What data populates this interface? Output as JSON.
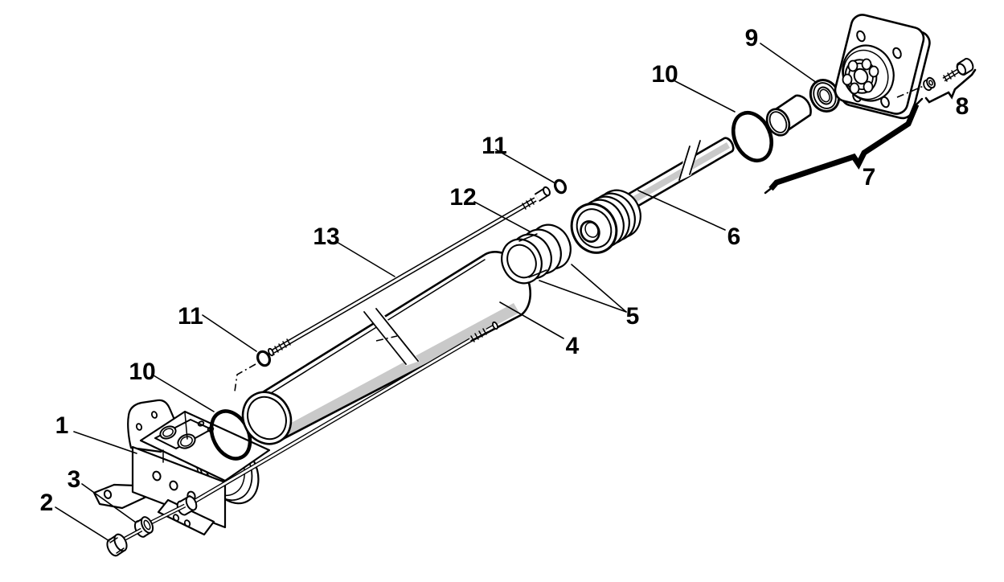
{
  "diagram": {
    "kind": "exploded-parts-diagram",
    "subject": "hydraulic-cylinder-assembly",
    "colors": {
      "background": "#ffffff",
      "line": "#000000",
      "shade": "#c9c9c9"
    },
    "callouts": [
      {
        "number": "1",
        "points_to": "valve-block-end-cap"
      },
      {
        "number": "2",
        "points_to": "hex-bolt"
      },
      {
        "number": "3",
        "points_to": "washer"
      },
      {
        "number": "4",
        "points_to": "cylinder-tube"
      },
      {
        "number": "5",
        "points_to": "piston-seal-rings"
      },
      {
        "number": "6",
        "points_to": "piston-rod"
      },
      {
        "number": "7",
        "points_to": "head-flange-assembly"
      },
      {
        "number": "8",
        "points_to": "flange-screw-with-washer"
      },
      {
        "number": "9",
        "points_to": "rod-seal-ring"
      },
      {
        "number": "10",
        "points_to": "o-ring-head-end"
      },
      {
        "number": "10",
        "points_to": "o-ring-cap-end"
      },
      {
        "number": "11",
        "points_to": "tie-rod-o-ring-upper"
      },
      {
        "number": "11",
        "points_to": "tie-rod-o-ring-lower"
      },
      {
        "number": "12",
        "points_to": "coil-spring"
      },
      {
        "number": "13",
        "points_to": "tie-rod"
      }
    ]
  }
}
